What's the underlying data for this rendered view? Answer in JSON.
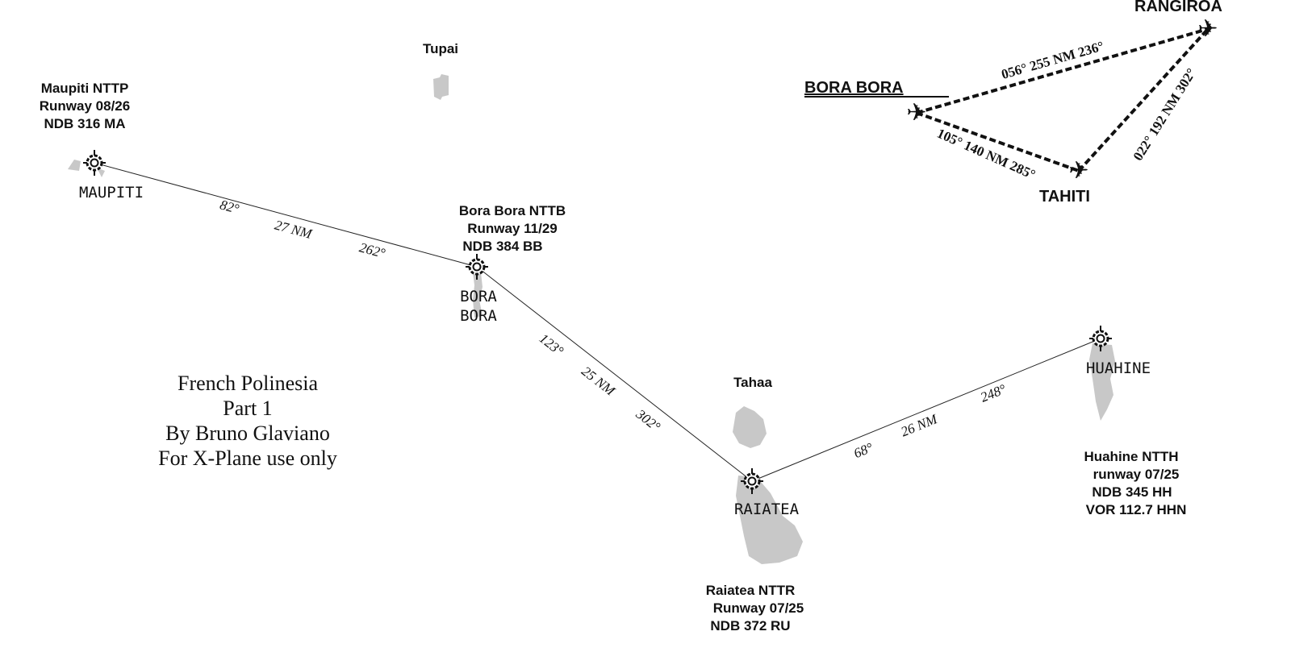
{
  "title": {
    "line1": "French Polinesia",
    "line2": "Part 1",
    "line3": "By Bruno Glaviano",
    "line4": "For X-Plane use only"
  },
  "islands": {
    "tupai": "Tupai",
    "tahaa": "Tahaa"
  },
  "airports": {
    "maupiti": {
      "name": "MAUPITI",
      "info": [
        "Maupiti NTTP",
        "Runway 08/26",
        "NDB 316 MA"
      ]
    },
    "borabora": {
      "name1": "BORA",
      "name2": "BORA",
      "info": [
        "Bora Bora NTTB",
        "Runway  11/29",
        "NDB 384 BB"
      ]
    },
    "raiatea": {
      "name": "RAIATEA",
      "info": [
        "Raiatea NTTR",
        "Runway 07/25",
        "NDB 372 RU"
      ]
    },
    "huahine": {
      "name": "HUAHINE",
      "info": [
        "Huahine NTTH",
        "runway 07/25",
        "NDB 345 HH",
        "VOR 112.7 HHN"
      ]
    }
  },
  "legs": {
    "maupiti_borabora": {
      "out": "82°",
      "dist": "27 NM",
      "back": "262°"
    },
    "borabora_raiatea": {
      "out": "123°",
      "dist": "25 NM",
      "back": "302°"
    },
    "raiatea_huahine": {
      "out": "68°",
      "dist": "26 NM",
      "back": "248°"
    }
  },
  "inset": {
    "borabora": "BORA BORA",
    "tahiti": "TAHITI",
    "rangiroa": "RANGIROA",
    "plane_glyph": "✈",
    "leg_bb_rangiroa": "056° 255 NM 236°",
    "leg_bb_tahiti": "105° 140 NM 285°",
    "leg_tahiti_rangiroa": "022° 192 NM 302°"
  }
}
